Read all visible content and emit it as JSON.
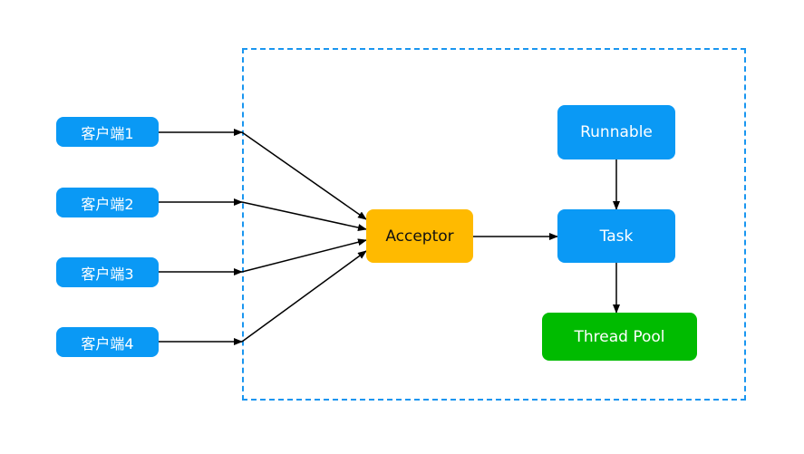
{
  "clients": [
    {
      "label": "客户端1"
    },
    {
      "label": "客户端2"
    },
    {
      "label": "客户端3"
    },
    {
      "label": "客户端4"
    }
  ],
  "acceptor": {
    "label": "Acceptor"
  },
  "runnable": {
    "label": "Runnable"
  },
  "task": {
    "label": "Task"
  },
  "thread_pool": {
    "label": "Thread Pool"
  },
  "colors": {
    "client_fill": "#0a99f5",
    "acceptor_fill": "#ffba00",
    "task_fill": "#0a99f5",
    "thread_pool_fill": "#00bb00",
    "boundary": "#1a96f0",
    "arrow": "#000000"
  }
}
